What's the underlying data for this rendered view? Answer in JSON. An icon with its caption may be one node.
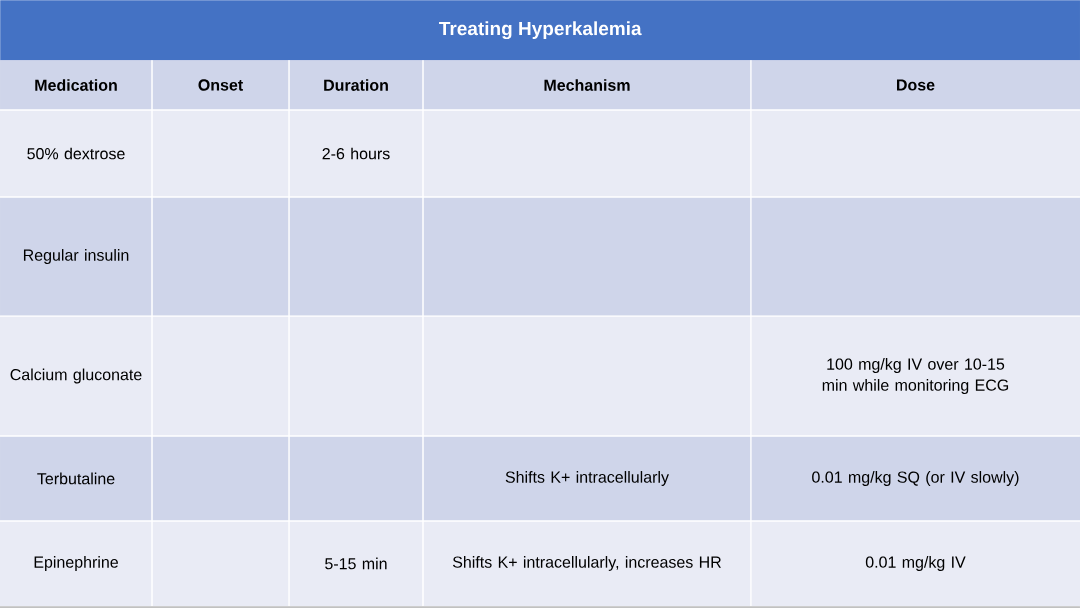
{
  "diagram": {
    "title": "Treating Hyperkalemia",
    "labels": [
      "Medication",
      "Onset",
      "Duration",
      "Mechanism",
      "Dose",
      "50% dextrose",
      "2-6 hours",
      "Regular insulin",
      "Calcium gluconate",
      "100 mg/kg IV over 10-15 min while monitoring ECG",
      "Terbutaline",
      "Shifts K+ intracellularly",
      "0.01 mg/kg SQ (or IV slowly)",
      "Epinephrine",
      "5-15 min",
      "Shifts K+ intracellularly, increases HR",
      "0.01 mg/kg IV"
    ]
  }
}
